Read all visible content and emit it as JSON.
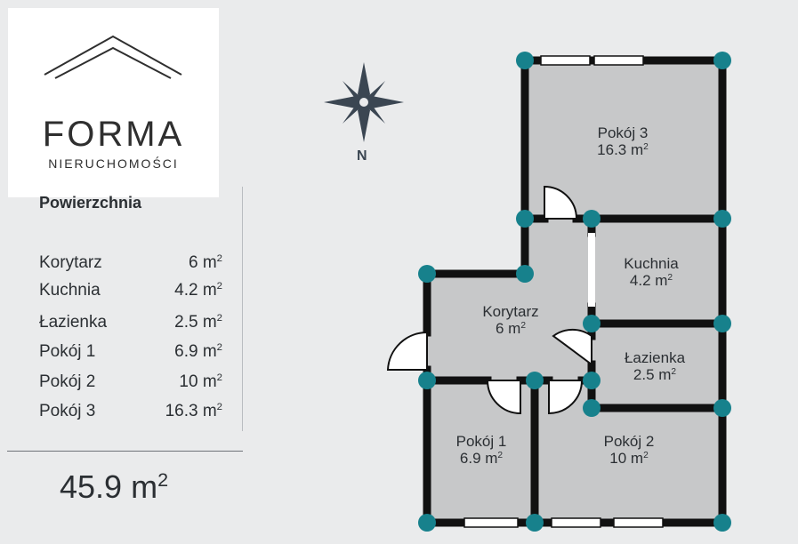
{
  "logo": {
    "name": "FORMA",
    "subtitle": "NIERUCHOMOŚCI"
  },
  "summary": {
    "title": "Powierzchnia",
    "unit_sup": "2",
    "rows": [
      {
        "name": "Korytarz",
        "value": "6 m"
      },
      {
        "name": "Kuchnia",
        "value": "4.2 m"
      },
      {
        "name": "Łazienka",
        "value": "2.5 m"
      },
      {
        "name": "Pokój 1",
        "value": "6.9 m"
      },
      {
        "name": "Pokój 2",
        "value": "10 m"
      },
      {
        "name": "Pokój 3",
        "value": "16.3 m"
      }
    ],
    "total": "45.9 m"
  },
  "compass": {
    "label": "N"
  },
  "rooms": {
    "pokoj3": {
      "name": "Pokój 3",
      "area": "16.3 m"
    },
    "kuchnia": {
      "name": "Kuchnia",
      "area": "4.2 m"
    },
    "korytarz": {
      "name": "Korytarz",
      "area": "6 m"
    },
    "lazienka": {
      "name": "Łazienka",
      "area": "2.5 m"
    },
    "pokoj1": {
      "name": "Pokój 1",
      "area": "6.9 m"
    },
    "pokoj2": {
      "name": "Pokój 2",
      "area": "10 m"
    }
  },
  "colors": {
    "room_fill": "#c7c8c9",
    "wall": "#111111",
    "node": "#17818c",
    "background": "#eaebec"
  }
}
